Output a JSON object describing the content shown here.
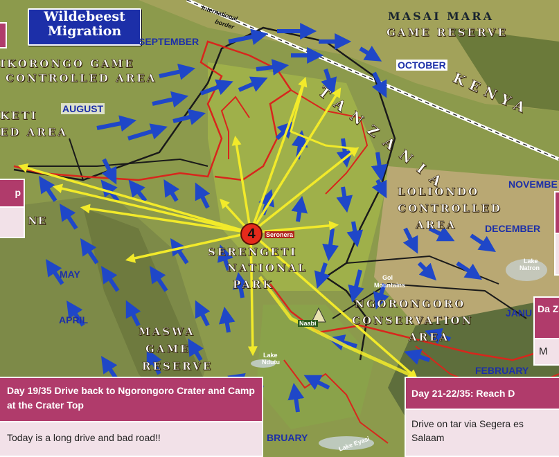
{
  "map": {
    "title_line1": "Wildebeest",
    "title_line2": "Migration",
    "regions": {
      "masai_mara_1": "MASAI MARA",
      "masai_mara_2": "GAME RESERVE",
      "ngorongoro_game_1": "IKORONGO GAME",
      "ngorongoro_game_2": "CONTROLLED AREA",
      "keti": "KETI",
      "ed_area": "ED AREA",
      "kenya": "KENYA",
      "tanzania": "TANZANIA",
      "loliondo_1": "LOLIONDO",
      "loliondo_2": "CONTROLLED",
      "loliondo_3": "AREA",
      "serengeti_1": "SERENGETI",
      "serengeti_2": "NATIONAL",
      "serengeti_3": "PARK",
      "ngorongoro_1": "NGORONGORO",
      "ngorongoro_2": "CONSERVATION",
      "ngorongoro_3": "AREA",
      "maswa_1": "MASWA",
      "maswa_2": "GAME",
      "maswa_3": "RESERVE",
      "ne": "NE"
    },
    "months": {
      "september": "SEPTEMBER",
      "october": "OCTOBER",
      "august": "AUGUST",
      "november": "NOVEMBE",
      "december": "DECEMBER",
      "may": "MAY",
      "april": "APRIL",
      "january": "JANU",
      "february": "FEBRUARY",
      "bruary": "BRUARY"
    },
    "labels": {
      "international_border_1": "International",
      "international_border_2": "border",
      "seronera": "Seronera",
      "gol_mountains_1": "Gol",
      "gol_mountains_2": "Mountains",
      "naabi": "Naabi",
      "lake_ndutu_1": "Lake",
      "lake_ndutu_2": "Ndutu",
      "lake_natron_1": "Lake",
      "lake_natron_2": "Natron",
      "lake_eyasi": "Lake Eyasi",
      "marker": "4"
    },
    "colors": {
      "arrow_blue": "#1f47c8",
      "arrow_yellow": "#f2ea2a",
      "route_red": "#d8261c",
      "card_header": "#b03b6b",
      "card_body": "#f2e1e8"
    }
  },
  "cards": {
    "day19": {
      "header": "Day  19/35 Drive back to Ngorongoro Crater and Camp at the Crater Top",
      "body": "Today is a long drive and bad road!!"
    },
    "day21": {
      "header": "Day  21-22/35: Reach D",
      "body": "Drive on tar via Segera es Salaam"
    },
    "right_mid": {
      "header": "Da Za",
      "body": "M"
    },
    "left_mid": {
      "header": "p",
      "body": ""
    }
  }
}
